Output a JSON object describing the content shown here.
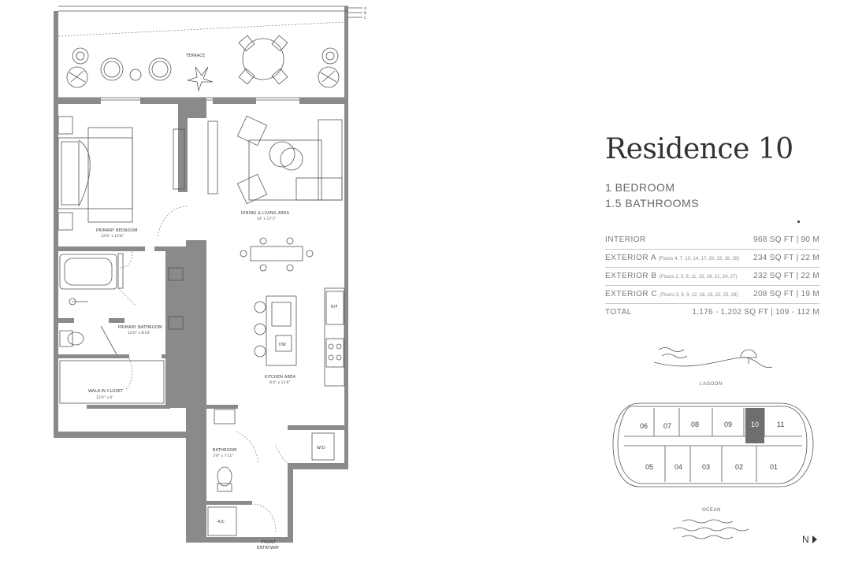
{
  "residence": {
    "title": "Residence 10",
    "bedrooms": "1 BEDROOM",
    "bathrooms": "1.5 BATHROOMS"
  },
  "area_table": [
    {
      "label": "INTERIOR",
      "note": "",
      "value": "968 SQ FT  |  90 M"
    },
    {
      "label": "EXTERIOR A",
      "note": "(Floors 4, 7, 10, 14, 17, 20, 23, 26, 29)",
      "value": "234 SQ FT  |  22 M"
    },
    {
      "label": "EXTERIOR B",
      "note": "(Floors 2, 5, 8, 11, 15, 18, 21, 24, 27)",
      "value": "232 SQ FT  |  22 M"
    },
    {
      "label": "EXTERIOR C",
      "note": "(Floors 3, 6, 9, 12, 16, 19, 22, 25, 28)",
      "value": "208 SQ FT  |  19 M"
    },
    {
      "label": "TOTAL",
      "note": "",
      "value": "1,176 - 1,202 SQ FT  |  109 - 112 M"
    }
  ],
  "plan": {
    "terrace": "TERRACE",
    "primary_bedroom": "PRIMARY BEDROOM",
    "primary_bedroom_dim": "12'6\" x 12'8\"",
    "dining_living": "DINING & LIVING AREA",
    "dining_living_dim": "14' x 17'3\"",
    "primary_bathroom": "PRIMARY BATHROOM",
    "primary_bathroom_dim": "12'6\" x 8'10\"",
    "walk_in_closet": "WALK-IN CLOSET",
    "walk_in_closet_dim": "12'6\" x 6'",
    "kitchen": "KITCHEN AREA",
    "kitchen_dim": "8'4\" x 11'6\"",
    "bathroom": "BATHROOM",
    "bathroom_dim": "3'8\" x 7'11\"",
    "refrigerator": "R/F",
    "dishwasher": "DW",
    "washer_dryer": "W/D",
    "ac": "A/C",
    "front_entryway_1": "FRONT",
    "front_entryway_2": "ENTRYWAY",
    "section_marks": [
      "A",
      "B",
      "C"
    ]
  },
  "keyplan": {
    "lagoon": "LAGOON",
    "ocean": "OCEAN",
    "top_units": [
      "06",
      "07",
      "08",
      "09",
      "10",
      "11"
    ],
    "bottom_units": [
      "05",
      "04",
      "03",
      "02",
      "01"
    ],
    "highlighted_unit": "10",
    "highlight_color": "#6e6e6e"
  },
  "compass": {
    "label": "N"
  }
}
